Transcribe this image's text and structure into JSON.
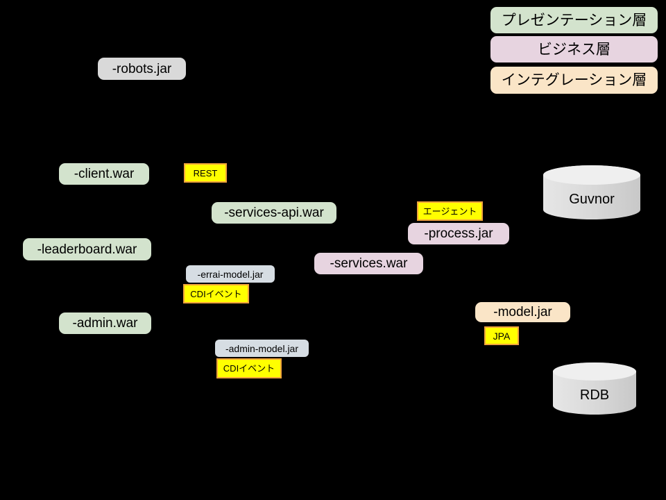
{
  "legend": {
    "items": [
      {
        "label": "プレゼンテーション層",
        "color": "#d3e3cd"
      },
      {
        "label": "ビジネス層",
        "color": "#e7d4e0"
      },
      {
        "label": "インテグレーション層",
        "color": "#fae5c7"
      }
    ]
  },
  "nodes": {
    "robots_jar": {
      "label": "-robots.jar",
      "color": "#d9d9d9"
    },
    "client_war": {
      "label": "-client.war",
      "color": "#d3e3cd"
    },
    "rest_tag": {
      "label": "REST",
      "color": "#ffff00"
    },
    "services_api_war": {
      "label": "-services-api.war",
      "color": "#d3e3cd"
    },
    "agent_tag": {
      "label": "エージェント",
      "color": "#ffff00"
    },
    "process_jar": {
      "label": "-process.jar",
      "color": "#e7d4e0"
    },
    "leaderboard_war": {
      "label": "-leaderboard.war",
      "color": "#d3e3cd"
    },
    "services_war": {
      "label": "-services.war",
      "color": "#e7d4e0"
    },
    "errai_model_jar": {
      "label": "-errai-model.jar",
      "color": "#d6dde3"
    },
    "errai_cdi_tag": {
      "label": "CDIイベント",
      "color": "#ffff00"
    },
    "model_jar": {
      "label": "-model.jar",
      "color": "#fae5c7"
    },
    "jpa_tag": {
      "label": "JPA",
      "color": "#ffff00"
    },
    "admin_war": {
      "label": "-admin.war",
      "color": "#d3e3cd"
    },
    "admin_model_jar": {
      "label": "-admin-model.jar",
      "color": "#d6dde3"
    },
    "admin_cdi_tag": {
      "label": "CDIイベント",
      "color": "#ffff00"
    },
    "guvnor_store": {
      "label": "Guvnor",
      "color": "#d9d9d9"
    },
    "rdb_store": {
      "label": "RDB",
      "color": "#d9d9d9"
    }
  },
  "colors": {
    "background": "#000000",
    "tag_border": "#f0a33c",
    "text": "#000000",
    "cylinder_body": "#d9d9d9",
    "cylinder_top": "#efefef"
  }
}
